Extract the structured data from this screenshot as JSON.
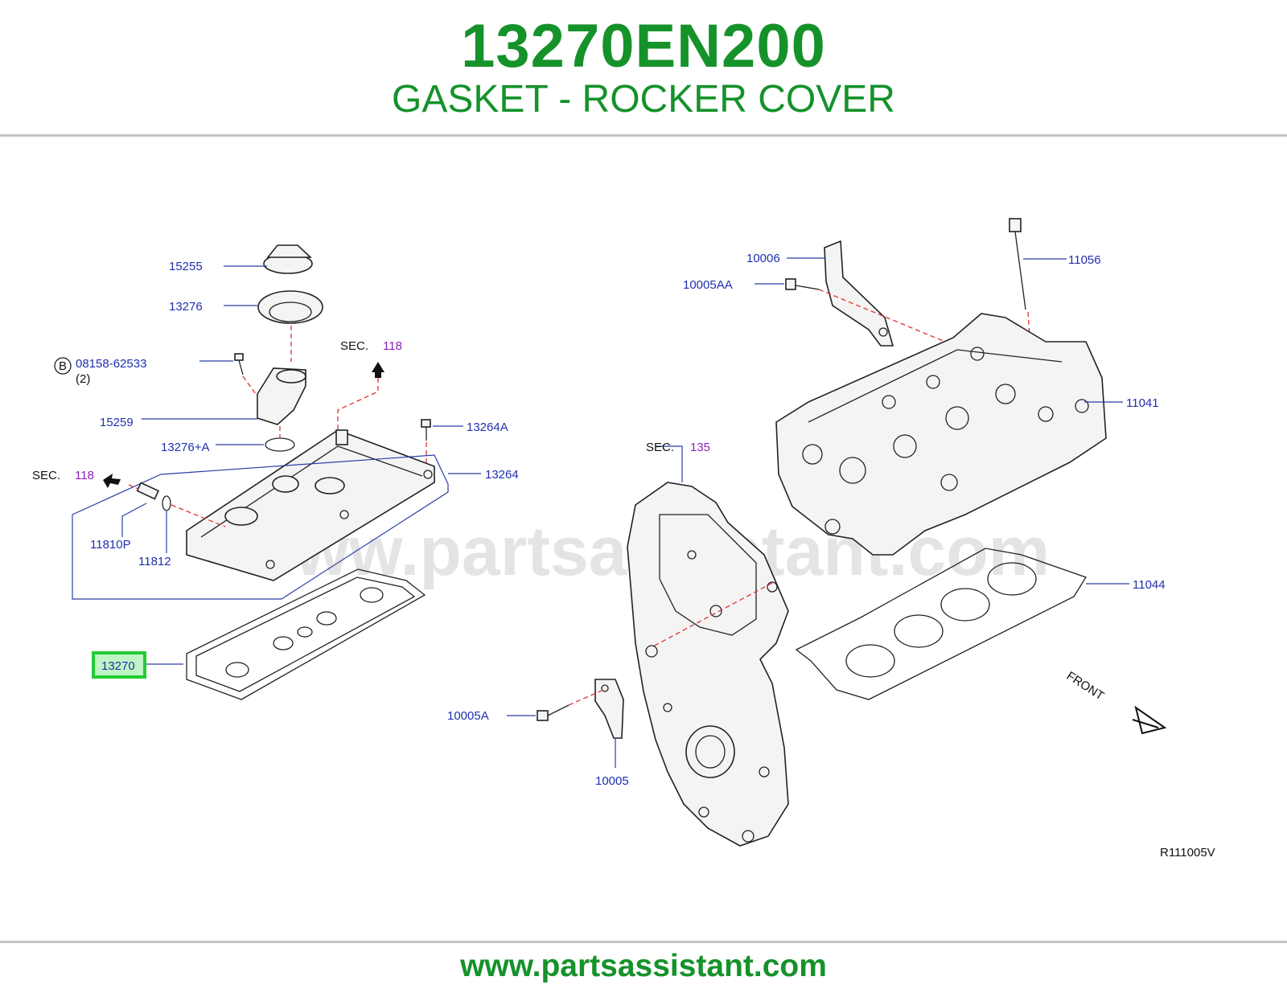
{
  "header": {
    "part_number": "13270EN200",
    "part_name": "GASKET - ROCKER COVER"
  },
  "footer": {
    "url": "www.partsassistant.com"
  },
  "watermark": "www.partsassistant.com",
  "diagram_code": "R111005V",
  "front_label": "FRONT",
  "highlight_color": "#22cc33",
  "labels": {
    "l15255": "15255",
    "l13276": "13276",
    "l0815862533": "08158-62533",
    "l0815862533_qty": "(2)",
    "bolt_marker": "B",
    "sec_word": "SEC.",
    "sec118_a": "118",
    "sec118_b": "118",
    "sec135": "135",
    "l15259": "15259",
    "l13276A": "13276+A",
    "l13264A": "13264A",
    "l13264": "13264",
    "l11810P": "11810P",
    "l11812": "11812",
    "l13270": "13270",
    "l10006": "10006",
    "l10005AA": "10005AA",
    "l11056": "11056",
    "l11041": "11041",
    "l11044": "11044",
    "l10005A": "10005A",
    "l10005": "10005"
  }
}
